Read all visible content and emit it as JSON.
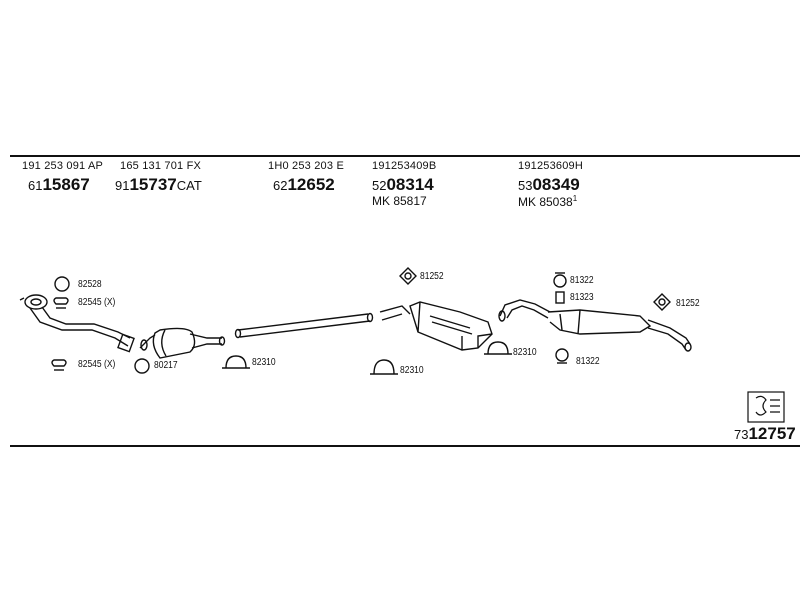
{
  "header": {
    "columns": [
      {
        "oe": "191 253 091 AP",
        "prefix": "61",
        "code": "15867",
        "suffix": "",
        "mk": "",
        "mk_sup": ""
      },
      {
        "oe": "165 131 701 FX",
        "prefix": "91",
        "code": "15737",
        "suffix": "CAT",
        "mk": "",
        "mk_sup": ""
      },
      {
        "oe": "1H0 253 203 E",
        "prefix": "62",
        "code": "12652",
        "suffix": "",
        "mk": "",
        "mk_sup": ""
      },
      {
        "oe": "191253409B",
        "prefix": "52",
        "code": "08314",
        "suffix": "",
        "mk": "MK  85817",
        "mk_sup": ""
      },
      {
        "oe": "191253609H",
        "prefix": "53",
        "code": "08349",
        "suffix": "",
        "mk": "MK  85038",
        "mk_sup": "1"
      }
    ]
  },
  "parts": {
    "p82528": "82528",
    "p82545_top": "82545 (X)",
    "p82545_bot": "82545 (X)",
    "p80217": "80217",
    "p82310_a": "82310",
    "p82310_b": "82310",
    "p82310_c": "82310",
    "p81252_a": "81252",
    "p81252_b": "81252",
    "p81322_a": "81322",
    "p81323": "81323",
    "p81322_b": "81322"
  },
  "footer": {
    "prefix": "73",
    "code": "12757"
  },
  "icons": {
    "manual": "book-manual-icon"
  }
}
